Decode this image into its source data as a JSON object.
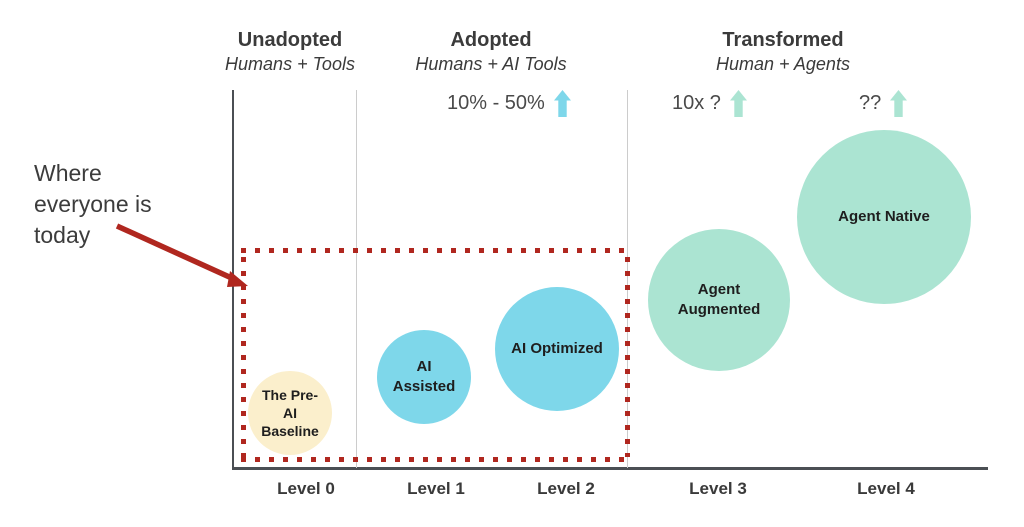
{
  "palette": {
    "accent_red": "#B0271F",
    "bubble_blue": "#7ED7EA",
    "bubble_green": "#ABE4D2",
    "bubble_cream": "#FBEFCC",
    "text_dark": "#3B3B3B"
  },
  "columns": [
    {
      "title": "Unadopted",
      "subtitle": "Humans + Tools"
    },
    {
      "title": "Adopted",
      "subtitle": "Humans + AI Tools"
    },
    {
      "title": "Transformed",
      "subtitle": "Human + Agents"
    }
  ],
  "growth": [
    {
      "text": "10% - 50%",
      "arrow_icon": "up-arrow-icon",
      "arrow_color": "#7ED7EA"
    },
    {
      "text": "10x ?",
      "arrow_icon": "up-arrow-icon",
      "arrow_color": "#ABE4D2"
    },
    {
      "text": "??",
      "arrow_icon": "up-arrow-icon",
      "arrow_color": "#ABE4D2"
    }
  ],
  "annotation": {
    "text": "Where everyone is today"
  },
  "bubbles": [
    {
      "label": "The Pre-AI Baseline",
      "color": "#FBEFCC",
      "level": "Level 0"
    },
    {
      "label": "AI Assisted",
      "color": "#7ED7EA",
      "level": "Level 1"
    },
    {
      "label": "AI Optimized",
      "color": "#7ED7EA",
      "level": "Level 2"
    },
    {
      "label": "Agent Augmented",
      "color": "#ABE4D2",
      "level": "Level 3"
    },
    {
      "label": "Agent Native",
      "color": "#ABE4D2",
      "level": "Level 4"
    }
  ],
  "levels": [
    "Level 0",
    "Level 1",
    "Level 2",
    "Level 3",
    "Level 4"
  ]
}
